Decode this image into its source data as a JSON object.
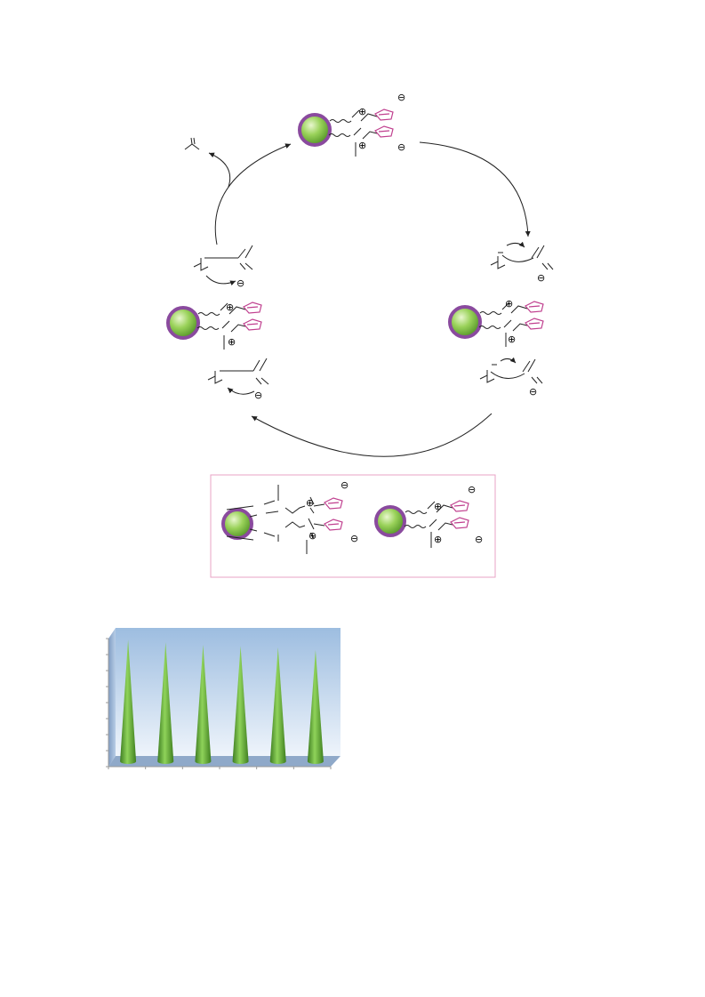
{
  "diagram": {
    "symbols": {
      "cation": "⊕",
      "anion": "⊖"
    },
    "colors": {
      "nanoparticle_rim": "#8a4a9e",
      "nanoparticle_core": "#7cc34a",
      "imidazolium_ring": "#c0408f",
      "panel_border": "#e8a3c6",
      "line": "#222222"
    }
  },
  "chart_data": {
    "type": "bar",
    "bar_shape": "cone",
    "categories": [
      "",
      "",
      "",
      "",
      "",
      ""
    ],
    "values": [
      95,
      93,
      91,
      90,
      89,
      87
    ],
    "ylim": [
      0,
      100
    ],
    "grid": false,
    "colors": {
      "bar": "#5fa83a",
      "wall_top": "#9dbde0",
      "wall_bottom": "#eef4fb",
      "floor": "#8fa9c9"
    }
  }
}
